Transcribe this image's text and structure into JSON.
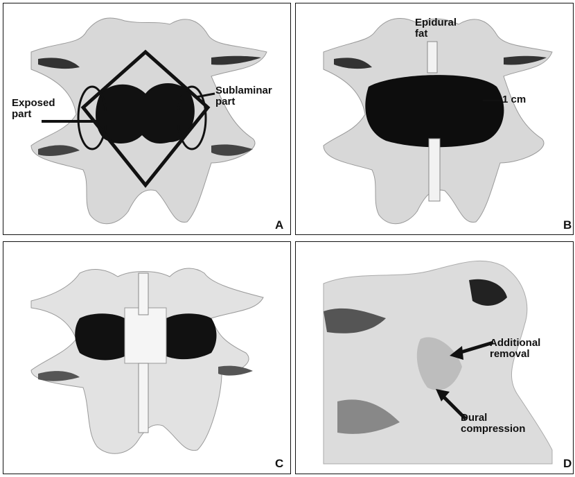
{
  "figure": {
    "panels": [
      {
        "letter": "A",
        "labels": [
          {
            "text": "Exposed\npart"
          },
          {
            "text": "Sublaminar\npart"
          }
        ]
      },
      {
        "letter": "B",
        "labels": [
          {
            "text": "Epidural\nfat"
          },
          {
            "text": "1 cm"
          }
        ]
      },
      {
        "letter": "C",
        "labels": []
      },
      {
        "letter": "D",
        "labels": [
          {
            "text": "Additional\nremoval"
          },
          {
            "text": "Dural\ncompression"
          }
        ]
      }
    ]
  },
  "colors": {
    "bone": "#d8d8d8",
    "shadow": "#1a1a1a",
    "outline": "#111111"
  }
}
